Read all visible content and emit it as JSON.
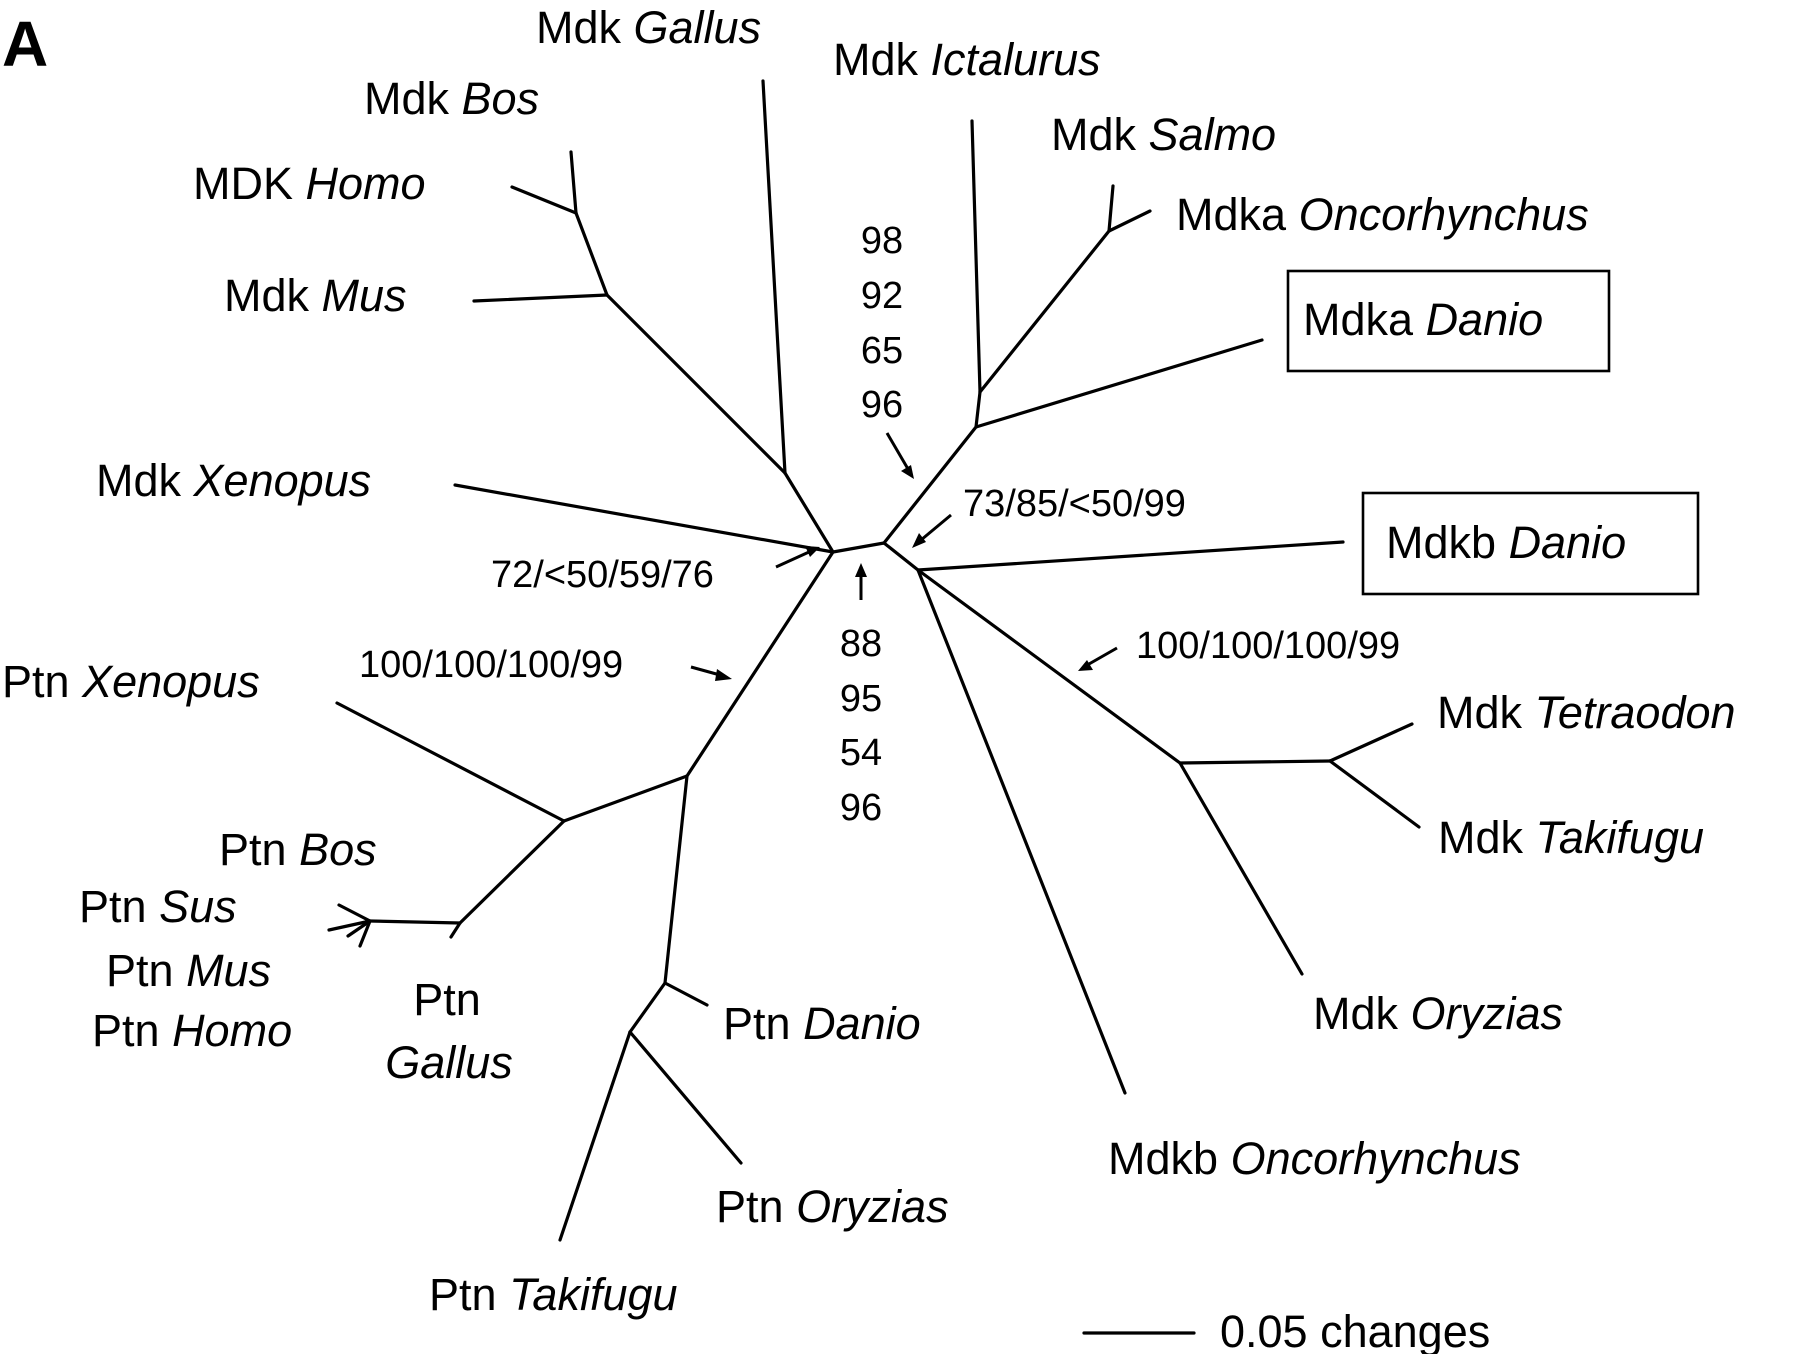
{
  "panel_label": "A",
  "taxa": {
    "mdk_gallus": {
      "gene": "Mdk",
      "species": "Gallus"
    },
    "mdk_ictalurus": {
      "gene": "Mdk",
      "species": "Ictalurus"
    },
    "mdk_bos": {
      "gene": "Mdk",
      "species": "Bos"
    },
    "mdk_salmo": {
      "gene": "Mdk",
      "species": "Salmo"
    },
    "mdk_homo": {
      "gene": "MDK",
      "species": "Homo"
    },
    "mdka_oncorhynchus": {
      "gene": "Mdka",
      "species": "Oncorhynchus"
    },
    "mdk_mus": {
      "gene": "Mdk",
      "species": "Mus"
    },
    "mdka_danio": {
      "gene": "Mdka",
      "species": "Danio"
    },
    "mdk_xenopus": {
      "gene": "Mdk",
      "species": "Xenopus"
    },
    "mdkb_danio": {
      "gene": "Mdkb",
      "species": "Danio"
    },
    "ptn_xenopus": {
      "gene": "Ptn",
      "species": "Xenopus"
    },
    "mdk_tetraodon": {
      "gene": "Mdk",
      "species": "Tetraodon"
    },
    "mdk_takifugu": {
      "gene": "Mdk",
      "species": "Takifugu"
    },
    "ptn_bos": {
      "gene": "Ptn",
      "species": "Bos"
    },
    "ptn_sus": {
      "gene": "Ptn",
      "species": "Sus"
    },
    "ptn_mus": {
      "gene": "Ptn",
      "species": "Mus"
    },
    "ptn_homo": {
      "gene": "Ptn",
      "species": "Homo"
    },
    "ptn_gallus": {
      "gene": "Ptn",
      "species": "Gallus"
    },
    "ptn_danio": {
      "gene": "Ptn",
      "species": "Danio"
    },
    "mdk_oryzias": {
      "gene": "Mdk",
      "species": "Oryzias"
    },
    "mdkb_oncorhynchus": {
      "gene": "Mdkb",
      "species": "Oncorhynchus"
    },
    "ptn_oryzias": {
      "gene": "Ptn",
      "species": "Oryzias"
    },
    "ptn_takifugu": {
      "gene": "Ptn",
      "species": "Takifugu"
    }
  },
  "support_values": {
    "fish_mdka_node": [
      "98",
      "92",
      "65",
      "96"
    ],
    "mdk_clade_node": "73/85/<50/99",
    "tetrapod_mdk_node": "72/<50/59/76",
    "ptn_clade_node": "100/100/100/99",
    "fish_mdkb_node": "100/100/100/99",
    "central_node": [
      "88",
      "95",
      "54",
      "96"
    ]
  },
  "scale_bar": {
    "label": "0.05 changes"
  }
}
